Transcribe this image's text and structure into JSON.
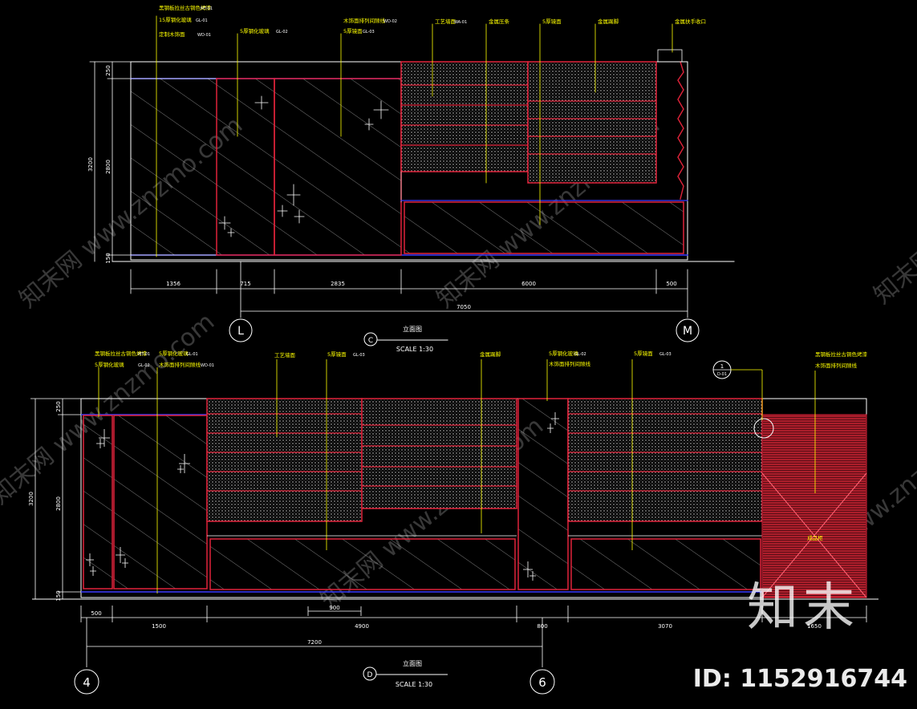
{
  "elevation_c": {
    "label": "C",
    "title": "立面图",
    "scale": "SCALE 1:30",
    "grid_left": "L",
    "grid_right": "M",
    "overall_dim": "7050",
    "dims": [
      "1356",
      "715",
      "2835",
      "6000",
      "500"
    ],
    "vert_dims": [
      "250",
      "2800",
      "150"
    ],
    "total_height": "3200",
    "callouts": [
      {
        "text": "黑钢板拉丝古铜色烤漆",
        "tag": "MT-01"
      },
      {
        "text": "15厚钢化玻璃",
        "tag": "GL-01"
      },
      {
        "text": "定制木饰面",
        "tag": "WD-01"
      },
      {
        "text": "5厚钢化玻璃",
        "tag": "GL-02"
      },
      {
        "text": "木饰面排列间隙线",
        "tag": "WD-02"
      },
      {
        "text": "5厚镜面",
        "tag": "GL-03"
      },
      {
        "text": "工艺墙面",
        "tag": "WA-01"
      },
      {
        "text": "金属压条",
        "tag": ""
      },
      {
        "text": "5厚镜面",
        "tag": ""
      },
      {
        "text": "金属踢脚",
        "tag": ""
      },
      {
        "text": "金属扶手收口",
        "tag": ""
      }
    ]
  },
  "elevation_d": {
    "label": "D",
    "title": "立面图",
    "scale": "SCALE 1:30",
    "grid_left": "4",
    "grid_right": "6",
    "overall_dim": "7200",
    "dims": [
      "500",
      "1500",
      "4900",
      "800",
      "3070",
      "1650"
    ],
    "sub_dim": "900",
    "vert_dims": [
      "250",
      "2800",
      "150"
    ],
    "total_height": "3200",
    "detail_marker": {
      "num": "1",
      "sheet": "D-01"
    },
    "center_label": "成品柜",
    "callouts": [
      {
        "text": "黑钢板拉丝古铜色烤漆",
        "tag": "MT-01"
      },
      {
        "text": "5厚钢化玻璃",
        "tag": "GL-02"
      },
      {
        "text": "5厚钢化玻璃",
        "tag": "GL-01"
      },
      {
        "text": "木饰面排列间隙线",
        "tag": "WD-01"
      },
      {
        "text": "工艺墙面",
        "tag": ""
      },
      {
        "text": "5厚镜面",
        "tag": "GL-03"
      },
      {
        "text": "金属踢脚",
        "tag": ""
      },
      {
        "text": "5厚钢化玻璃",
        "tag": "GL-02"
      },
      {
        "text": "木饰面排列间隙线",
        "tag": ""
      },
      {
        "text": "5厚镜面",
        "tag": "GL-03"
      },
      {
        "text": "黑钢板拉丝古铜色烤漆",
        "tag": ""
      },
      {
        "text": "木饰面排列间隙线",
        "tag": ""
      }
    ]
  },
  "watermark": {
    "brand": "知末",
    "id_text": "ID: 1152916744",
    "diag_text": "知末网 www.znzmo.com"
  },
  "colors": {
    "background": "#000000",
    "line": "#ffffff",
    "red": "#e0233a",
    "blue": "#3b3bff",
    "yellow": "#ffff00",
    "pink": "#ff66cc"
  }
}
